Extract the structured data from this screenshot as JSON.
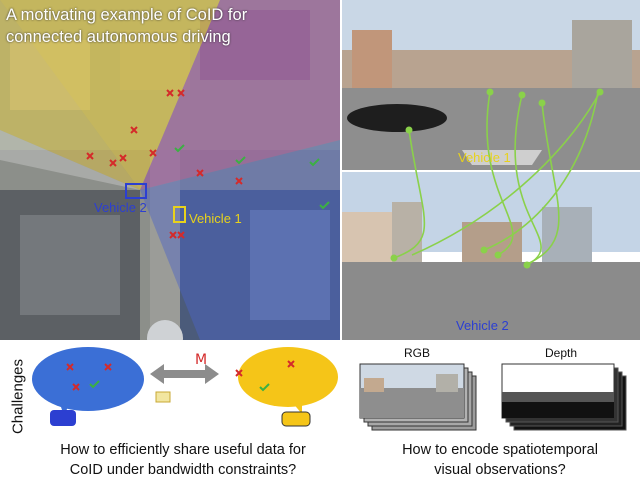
{
  "title": "A motivating example of CoID for\nconnected autonomous driving",
  "aerial": {
    "vehicle1_label": "Vehicle 1",
    "vehicle2_label": "Vehicle 2"
  },
  "camera_top": {
    "label": "Vehicle 1"
  },
  "camera_bottom": {
    "label": "Vehicle 2"
  },
  "challenges": {
    "section_label": "Challenges",
    "question_1": "How to efficiently share useful data for\nCoID under bandwidth constraints?",
    "question_2": "How to encode spatiotemporal\nvisual observations?",
    "rgb_label": "RGB",
    "depth_label": "Depth"
  },
  "colors": {
    "vehicle1": "#e8d21c",
    "vehicle2": "#2c3fd1",
    "match_line": "#8ad14a",
    "cross": "#d42a2a",
    "check": "#3cb043",
    "bubble_blue": "#3b6fd6",
    "bubble_yellow": "#f5c518"
  }
}
